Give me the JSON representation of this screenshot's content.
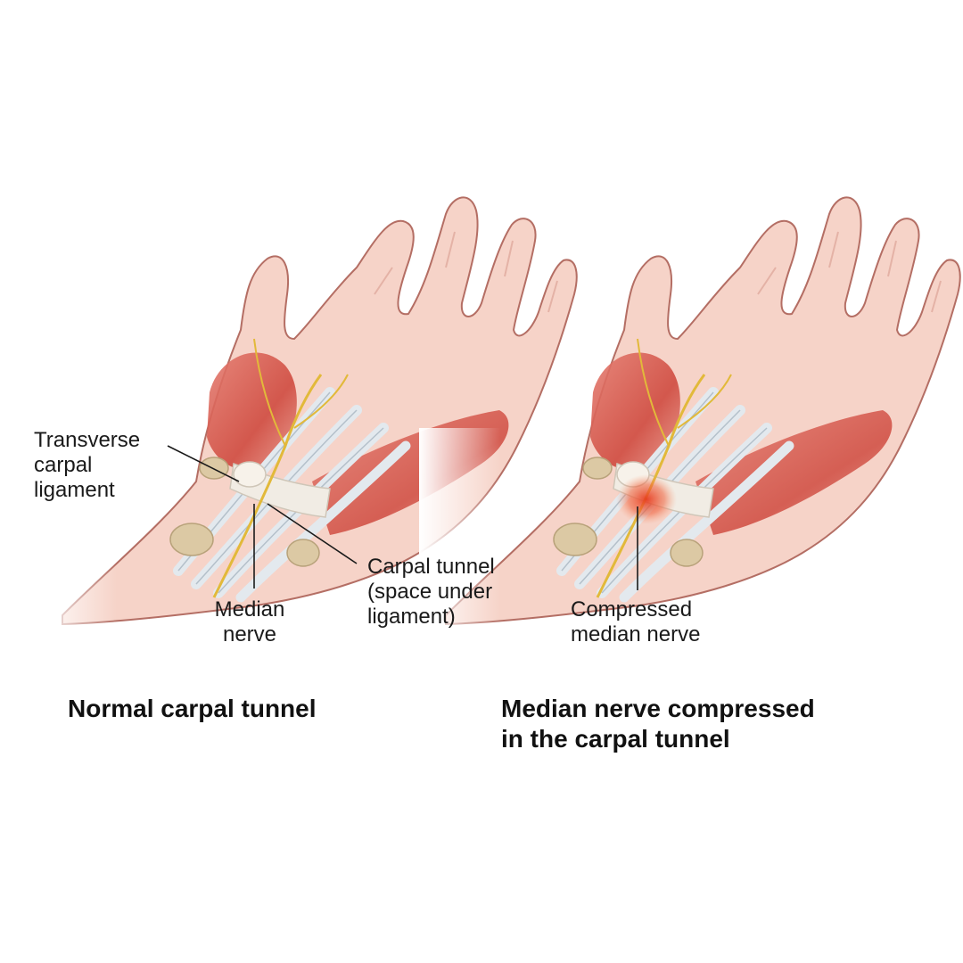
{
  "colors": {
    "skin": "#f6d3c8",
    "skin_edge": "#b46e64",
    "muscle": "#d85a4e",
    "tendon": "#e3e9ee",
    "nerve": "#e2b93a",
    "ligament": "#f1ece4",
    "bone": "#dcc9a4",
    "inflammation": "#e63b1f"
  },
  "left_panel": {
    "labels": {
      "transverse_ligament": [
        "Transverse",
        "carpal",
        "ligament"
      ],
      "median_nerve": [
        "Median",
        "nerve"
      ],
      "carpal_tunnel": [
        "Carpal tunnel",
        "(space under",
        "ligament)"
      ]
    },
    "caption": [
      "Normal carpal tunnel"
    ]
  },
  "right_panel": {
    "labels": {
      "compressed_nerve": [
        "Compressed",
        "median nerve"
      ]
    },
    "caption": [
      "Median nerve compressed",
      "in the carpal tunnel"
    ]
  }
}
